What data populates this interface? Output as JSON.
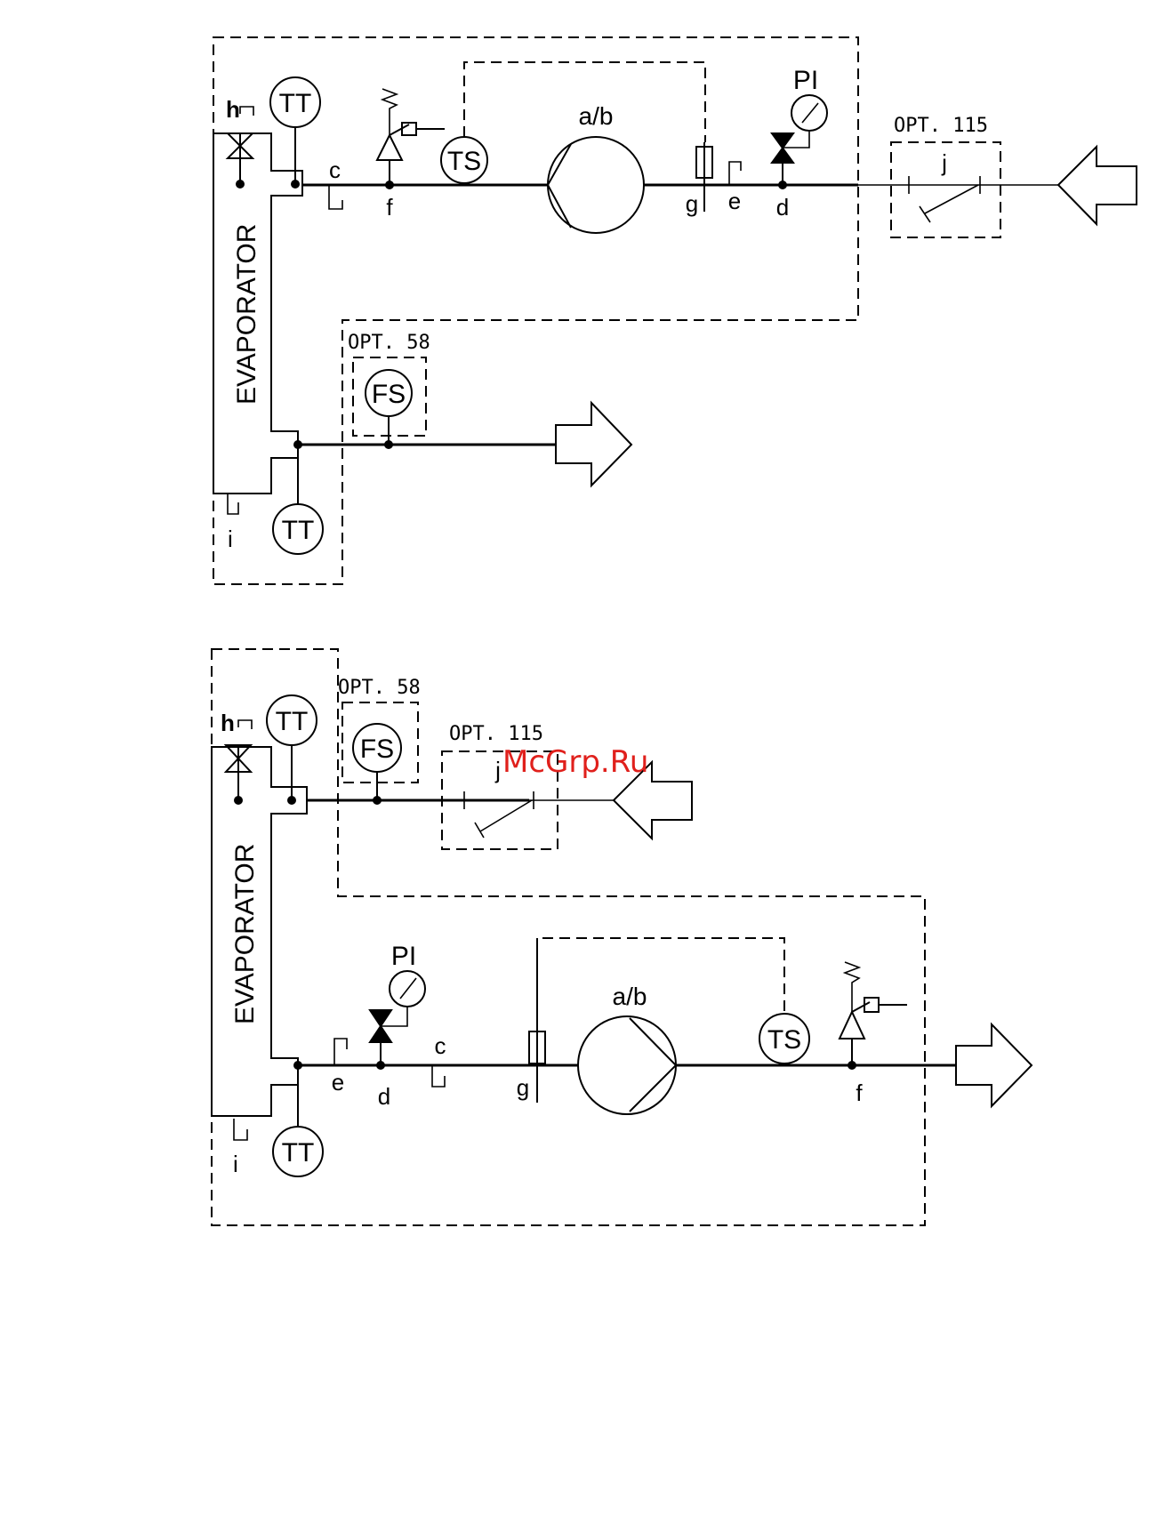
{
  "diagrams": [
    {
      "id": "top",
      "evaporator_label": "EVAPORATOR",
      "instruments": {
        "tt_upper": "TT",
        "tt_lower": "TT",
        "ts": "TS",
        "pi": "PI",
        "fs": "FS"
      },
      "pump_label": "a/b",
      "points": {
        "c": "c",
        "d": "d",
        "e": "e",
        "f": "f",
        "g": "g",
        "h": "h",
        "i": "i",
        "j": "j"
      },
      "options": {
        "opt_115": "OPT. 115",
        "opt_58": "OPT. 58"
      }
    },
    {
      "id": "bottom",
      "evaporator_label": "EVAPORATOR",
      "instruments": {
        "tt_upper": "TT",
        "tt_lower": "TT",
        "ts": "TS",
        "pi": "PI",
        "fs": "FS"
      },
      "pump_label": "a/b",
      "points": {
        "c": "c",
        "d": "d",
        "e": "e",
        "f": "f",
        "g": "g",
        "h": "h",
        "i": "i",
        "j": "j"
      },
      "options": {
        "opt_115": "OPT. 115",
        "opt_58": "OPT. 58"
      }
    }
  ],
  "watermark": "McGrp.Ru",
  "colors": {
    "line": "#000000",
    "background": "#ffffff",
    "watermark": "#e0201c"
  }
}
